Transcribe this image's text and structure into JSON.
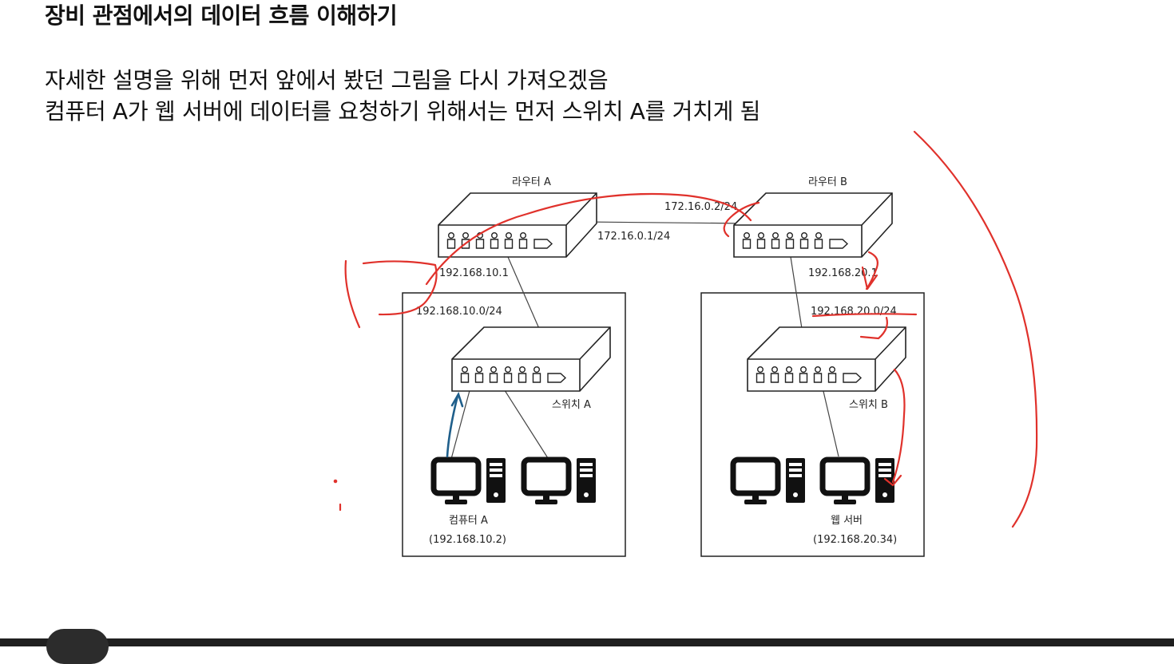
{
  "heading": "장비 관점에서의 데이터 흐름 이해하기",
  "paragraph": {
    "line1": "자세한 설명을 위해 먼저 앞에서 봤던 그림을 다시 가져오겠음",
    "line2": "컴퓨터 A가 웹 서버에 데이터를 요청하기 위해서는 먼저 스위치 A를 거치게 됨"
  },
  "diagram": {
    "router_a": {
      "label": "라우터 A",
      "lan_ip": "192.168.10.1",
      "wan_ip": "172.16.0.1/24"
    },
    "router_b": {
      "label": "라우터 B",
      "lan_ip": "192.168.20.1",
      "wan_ip": "172.16.0.2/24"
    },
    "network_a": "192.168.10.0/24",
    "network_b": "192.168.20.0/24",
    "switch_a": "스위치 A",
    "switch_b": "스위치 B",
    "computer_a": {
      "label": "컴퓨터 A",
      "ip": "(192.168.10.2)"
    },
    "web_server": {
      "label": "웹 서버",
      "ip": "(192.168.20.34)"
    },
    "annotation_colors": {
      "red": "#e0312b",
      "blue": "#1f5f8b"
    }
  }
}
